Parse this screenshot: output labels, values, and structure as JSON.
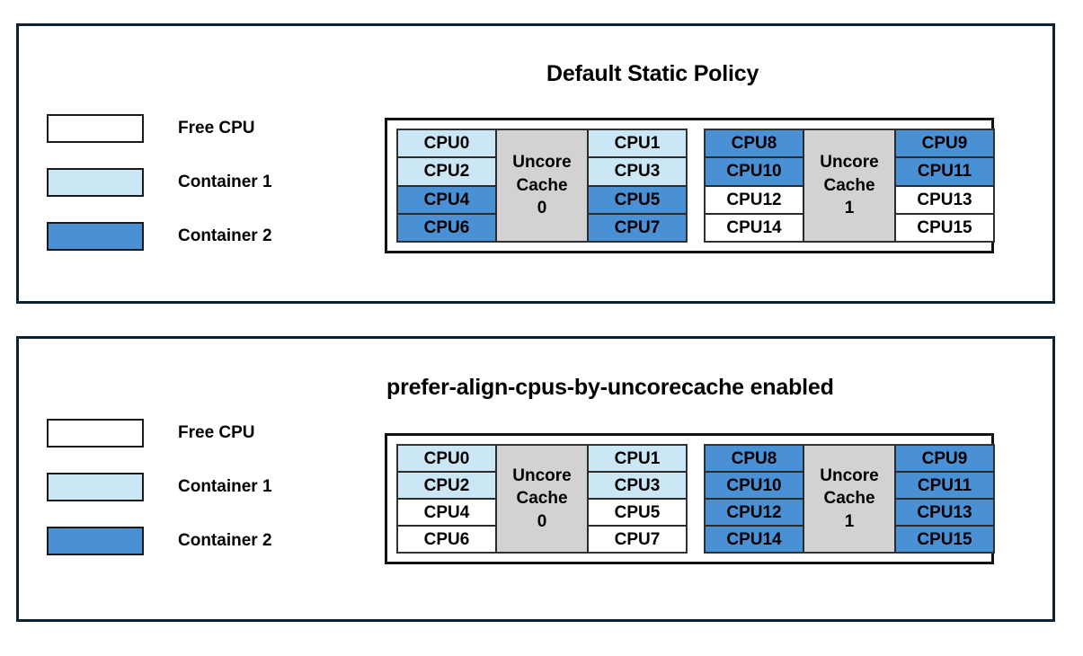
{
  "colors": {
    "free_cpu": "#ffffff",
    "container_1": "#cbe7f5",
    "container_2": "#4a90d4",
    "uncore_cache": "#d2d2d2",
    "panel_border": "#0a2233",
    "cell_border": "#2b2b2b",
    "text": "#000000"
  },
  "panels": [
    {
      "id": "default-static-policy",
      "title": "Default Static Policy",
      "legend": [
        {
          "label": "Free CPU",
          "swatch": "free_cpu"
        },
        {
          "label": "Container 1",
          "swatch": "container_1"
        },
        {
          "label": "Container 2",
          "swatch": "container_2"
        }
      ],
      "groups": [
        {
          "cache_line_1": "Uncore",
          "cache_line_2": "Cache",
          "cache_index": "0",
          "left_column": [
            {
              "label": "CPU0",
              "state": "container_1"
            },
            {
              "label": "CPU2",
              "state": "container_1"
            },
            {
              "label": "CPU4",
              "state": "container_2"
            },
            {
              "label": "CPU6",
              "state": "container_2"
            }
          ],
          "right_column": [
            {
              "label": "CPU1",
              "state": "container_1"
            },
            {
              "label": "CPU3",
              "state": "container_1"
            },
            {
              "label": "CPU5",
              "state": "container_2"
            },
            {
              "label": "CPU7",
              "state": "container_2"
            }
          ]
        },
        {
          "cache_line_1": "Uncore",
          "cache_line_2": "Cache",
          "cache_index": "1",
          "left_column": [
            {
              "label": "CPU8",
              "state": "container_2"
            },
            {
              "label": "CPU10",
              "state": "container_2"
            },
            {
              "label": "CPU12",
              "state": "free_cpu"
            },
            {
              "label": "CPU14",
              "state": "free_cpu"
            }
          ],
          "right_column": [
            {
              "label": "CPU9",
              "state": "container_2"
            },
            {
              "label": "CPU11",
              "state": "container_2"
            },
            {
              "label": "CPU13",
              "state": "free_cpu"
            },
            {
              "label": "CPU15",
              "state": "free_cpu"
            }
          ]
        }
      ]
    },
    {
      "id": "prefer-align-cpus-by-uncorecache-enabled",
      "title": "prefer-align-cpus-by-uncorecache enabled",
      "legend": [
        {
          "label": "Free CPU",
          "swatch": "free_cpu"
        },
        {
          "label": "Container 1",
          "swatch": "container_1"
        },
        {
          "label": "Container 2",
          "swatch": "container_2"
        }
      ],
      "groups": [
        {
          "cache_line_1": "Uncore",
          "cache_line_2": "Cache",
          "cache_index": "0",
          "left_column": [
            {
              "label": "CPU0",
              "state": "container_1"
            },
            {
              "label": "CPU2",
              "state": "container_1"
            },
            {
              "label": "CPU4",
              "state": "free_cpu"
            },
            {
              "label": "CPU6",
              "state": "free_cpu"
            }
          ],
          "right_column": [
            {
              "label": "CPU1",
              "state": "container_1"
            },
            {
              "label": "CPU3",
              "state": "container_1"
            },
            {
              "label": "CPU5",
              "state": "free_cpu"
            },
            {
              "label": "CPU7",
              "state": "free_cpu"
            }
          ]
        },
        {
          "cache_line_1": "Uncore",
          "cache_line_2": "Cache",
          "cache_index": "1",
          "left_column": [
            {
              "label": "CPU8",
              "state": "container_2"
            },
            {
              "label": "CPU10",
              "state": "container_2"
            },
            {
              "label": "CPU12",
              "state": "container_2"
            },
            {
              "label": "CPU14",
              "state": "container_2"
            }
          ],
          "right_column": [
            {
              "label": "CPU9",
              "state": "container_2"
            },
            {
              "label": "CPU11",
              "state": "container_2"
            },
            {
              "label": "CPU13",
              "state": "container_2"
            },
            {
              "label": "CPU15",
              "state": "container_2"
            }
          ]
        }
      ]
    }
  ]
}
